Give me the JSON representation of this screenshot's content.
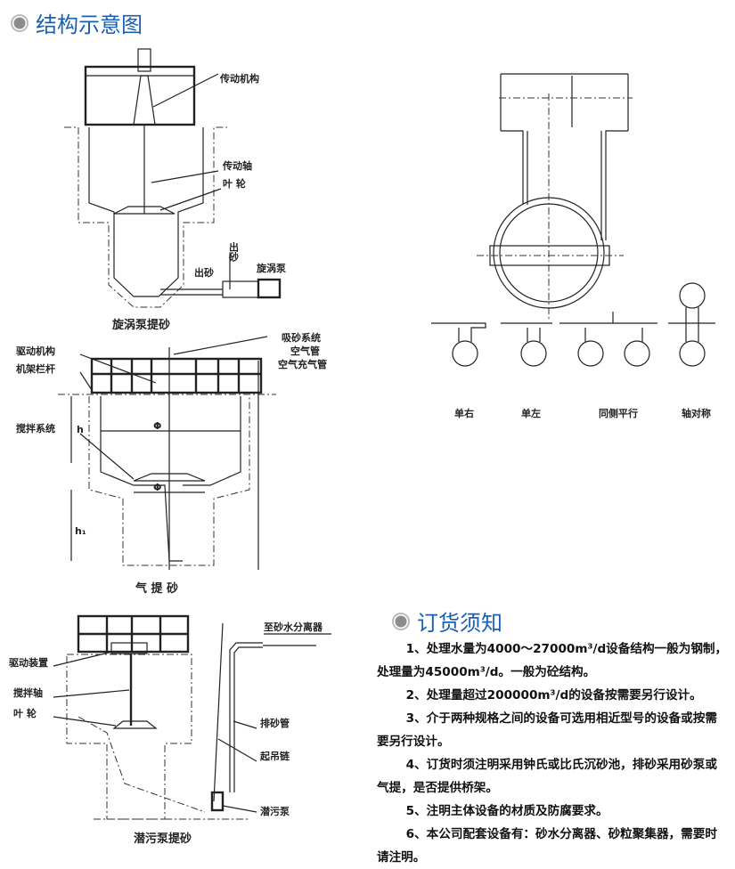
{
  "structure_section": {
    "title": "结构示意图",
    "icon": "radio-bullet-icon"
  },
  "vortex_pump": {
    "caption": "旋涡泵提砂",
    "labels": {
      "drive": "传动机构",
      "shaft": "传动轴",
      "impeller": "叶 轮",
      "sand_out_vertical": "出砂",
      "sand_out": "出砂",
      "pump": "旋涡泵"
    }
  },
  "air_lift": {
    "caption": "气 提 砂",
    "labels": {
      "suction": "吸砂系统",
      "air_pipe": "空气管",
      "air_charge_pipe": "空气充气管",
      "drive": "驱动机构",
      "railing": "机架栏杆",
      "mixer": "搅拌系统",
      "h": "h",
      "h1": "h₁",
      "phi1": "Φ",
      "phi2": "Φ"
    }
  },
  "sewage_pump": {
    "caption": "潜污泵提砂",
    "labels": {
      "to_separator": "至砂水分离器",
      "drive": "驱动装置",
      "shaft": "搅拌轴",
      "impeller": "叶 轮",
      "discharge_pipe": "排砂管",
      "chain": "起吊链",
      "pump": "潜污泵"
    }
  },
  "layouts": {
    "right": "单右",
    "left": "单左",
    "parallel": "同侧平行",
    "symmetric": "轴对称"
  },
  "order_section": {
    "title": "订货须知",
    "icon": "radio-bullet-icon",
    "notes": [
      "1、处理水量为4000～27000m³/d设备结构一般为钢制，处理量为45000m³/d。一般为砼结构。",
      "2、处理量超过200000m³/d的设备按需要另行设计。",
      "3、介于两种规格之间的设备可选用相近型号的设备或按需要另行设计。",
      "4、订货时须注明采用钟氏或比氏沉砂池，排砂采用砂泵或气提，是否提供桥架。",
      "5、注明主体设备的材质及防腐要求。",
      "6、本公司配套设备有：砂水分离器、砂粒聚集器，需要时请注明。"
    ]
  }
}
